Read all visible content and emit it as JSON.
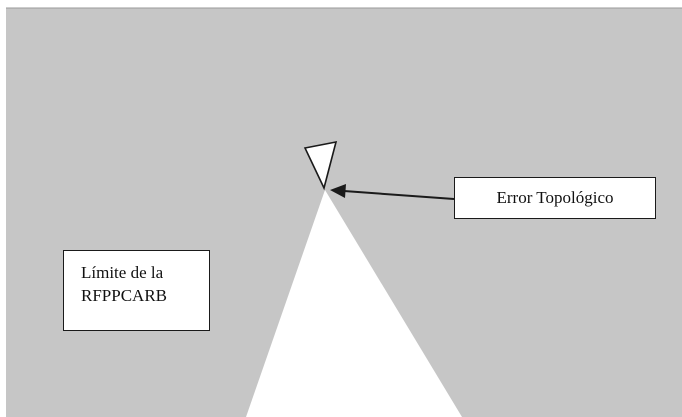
{
  "labels": {
    "error_label": "Error Topológico",
    "limit_label_line1": "Límite de la",
    "limit_label_line2": "RFPPCARB"
  },
  "colors": {
    "background_gray": "#c6c6c6",
    "frame_white": "#ffffff",
    "line": "#1a1a1a"
  }
}
